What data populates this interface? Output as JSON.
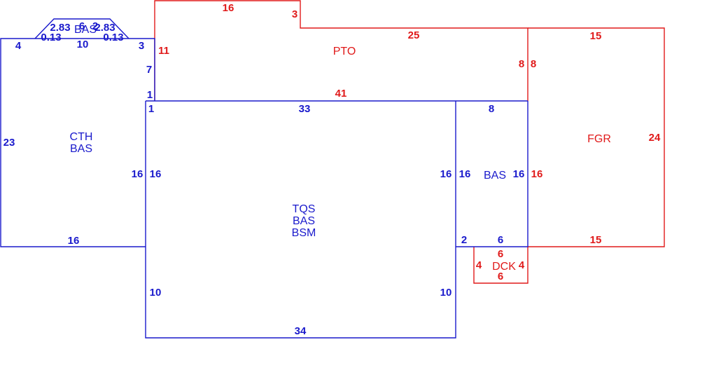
{
  "colors": {
    "blue": "#1a1acc",
    "red": "#e01a1a",
    "background": "#ffffff"
  },
  "areas": {
    "cth": {
      "code": "CTH",
      "sub": "BAS"
    },
    "bay": {
      "code": "BAS"
    },
    "pto": {
      "code": "PTO"
    },
    "main": {
      "line1": "TQS",
      "line2": "BAS",
      "line3": "BSM"
    },
    "right_bas": {
      "code": "BAS"
    },
    "fgr": {
      "code": "FGR"
    },
    "dck": {
      "code": "DCK"
    }
  },
  "dims": {
    "bay_bottom": "10",
    "bay_top": "6",
    "bay_diag_left": "2.83",
    "bay_diag_right": "2.83",
    "bay_off_left": "0.13",
    "bay_off_right": "0.13",
    "bay_top2": "2",
    "cth_top_left": "4",
    "cth_top_right": "3",
    "cth_left": "23",
    "cth_bottom": "16",
    "cth_right_upper": "7",
    "cth_right_low": "1",
    "cth_right": "16",
    "pto_top": "16",
    "pto_step": "3",
    "pto_top_right": "25",
    "pto_left": "11",
    "pto_right_a": "8",
    "pto_right_b": "8",
    "pto_bottom": "41",
    "main_top": "33",
    "main_left_inner": "16",
    "main_right_inner": "16",
    "main_left_low": "10",
    "main_right_low": "10",
    "main_bottom": "34",
    "main_corner": "1",
    "rbas_top": "8",
    "rbas_left": "16",
    "rbas_right": "16",
    "rbas_bottom_left": "2",
    "rbas_bottom": "6",
    "fgr_top": "15",
    "fgr_right": "24",
    "fgr_left": "16",
    "fgr_bottom": "15",
    "dck_top": "6",
    "dck_left": "4",
    "dck_right": "4",
    "dck_bottom": "6"
  }
}
